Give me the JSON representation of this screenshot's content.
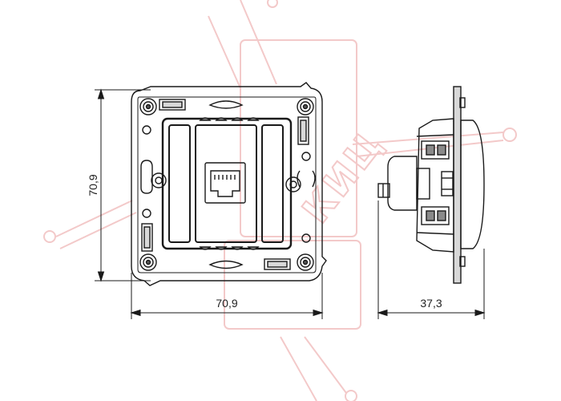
{
  "dimensions": {
    "front_height": "70,9",
    "front_width": "70,9",
    "side_depth": "37,3"
  },
  "watermark": {
    "text": "КИЦ"
  },
  "colors": {
    "line": "#1a1a1a",
    "fill_dark": "#555555",
    "fill_mid": "#8a8a8a",
    "fill_light": "#d8d8d8",
    "watermark": "#f3c9c9"
  }
}
